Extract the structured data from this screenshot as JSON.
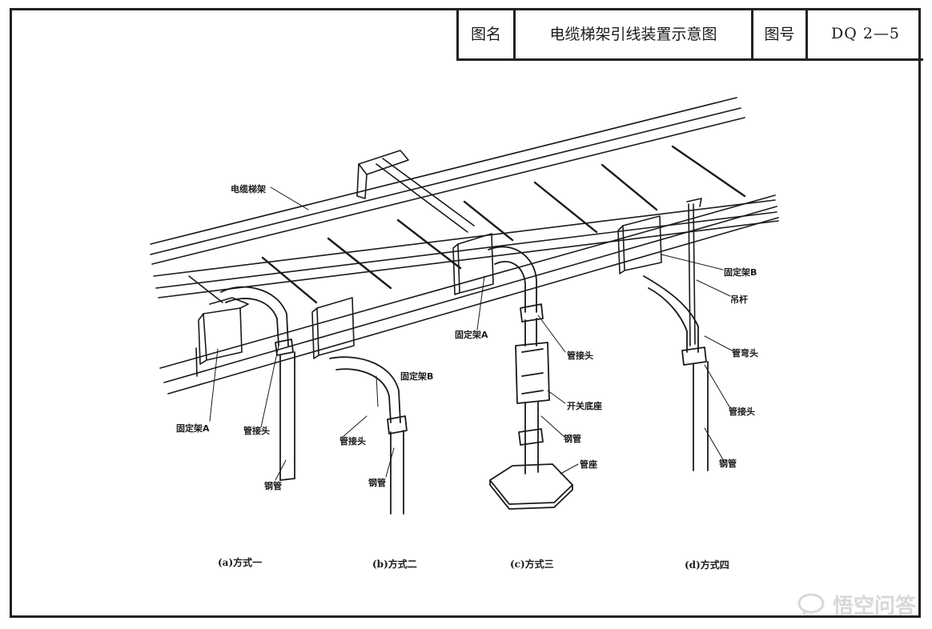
{
  "title_block": {
    "name_label": "图名",
    "name_value": "电缆梯架引线装置示意图",
    "number_label": "图号",
    "number_value": "DQ 2—5"
  },
  "labels": {
    "cable_tray": "电缆梯架",
    "fixed_a_left": "固定架A",
    "pipe_joint_a": "管接头",
    "steel_pipe_a": "钢管",
    "pipe_joint_b": "管接头",
    "fixed_b_mid": "固定架B",
    "steel_pipe_b": "钢管",
    "fixed_a_mid": "固定架A",
    "pipe_joint_c": "管接头",
    "switch_base": "开关底座",
    "steel_pipe_c": "钢管",
    "pipe_seat": "管座",
    "fixed_b_right": "固定架B",
    "hanger_rod": "吊杆",
    "pipe_elbow": "管弯头",
    "pipe_joint_d": "管接头",
    "steel_pipe_d": "钢管"
  },
  "captions": {
    "a": "(a)方式一",
    "b": "(b)方式二",
    "c": "(c)方式三",
    "d": "(d)方式四"
  },
  "watermark": "悟空问答"
}
